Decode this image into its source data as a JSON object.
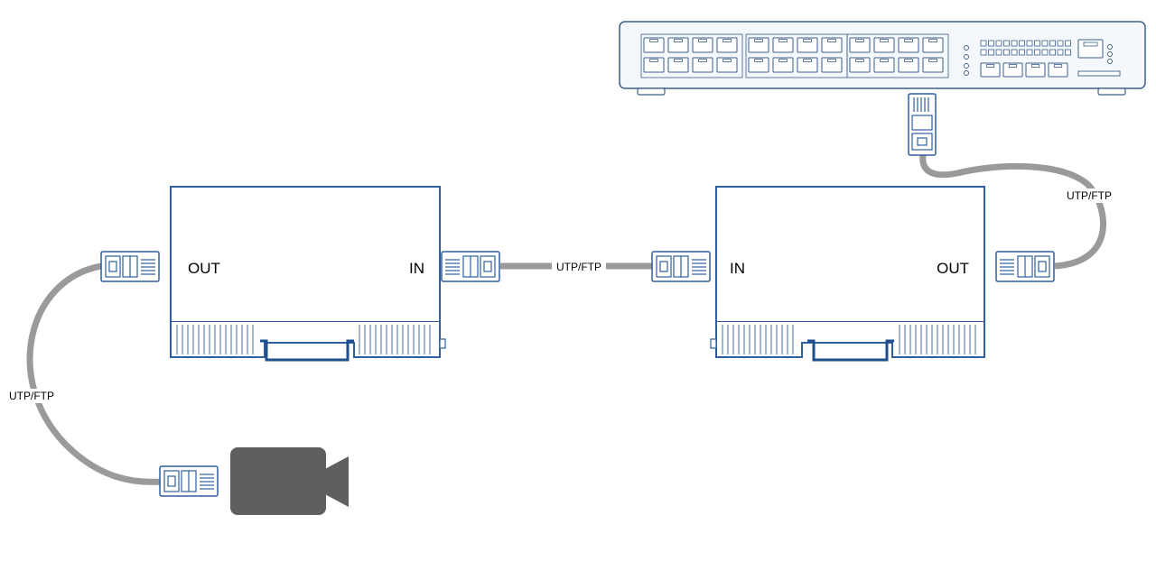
{
  "colors": {
    "device_stroke": "#2f5f9e",
    "device_fill": "#ffffff",
    "din_clip": "#1f4f8f",
    "cable": "#9a9a9a",
    "camera": "#5f5f5f",
    "switch_stroke": "#3b5f8a",
    "switch_fill": "#f4f7fb"
  },
  "icons": {
    "switch": "network-switch-icon",
    "camera": "video-camera-icon",
    "connector": "rj45-connector-icon"
  },
  "device_left": {
    "out_label": "OUT",
    "in_label": "IN"
  },
  "device_right": {
    "in_label": "IN",
    "out_label": "OUT"
  },
  "cables": {
    "camera_to_left_out": "UTP/FTP",
    "left_in_to_right_in": "UTP/FTP",
    "right_out_to_switch": "UTP/FTP"
  }
}
